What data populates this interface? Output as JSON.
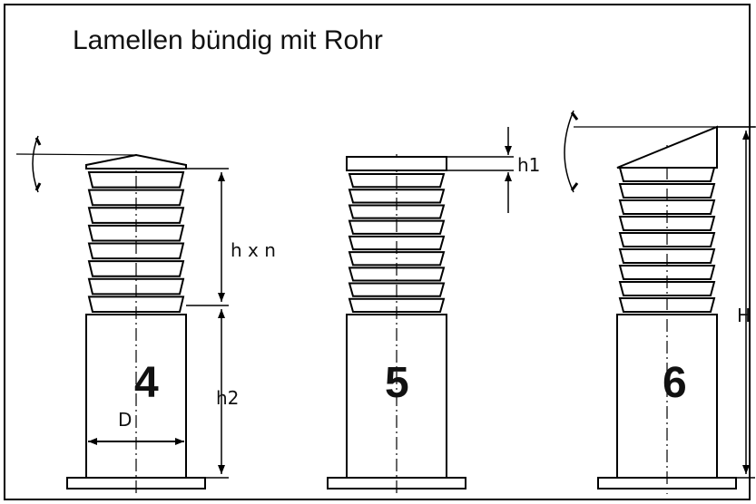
{
  "title": "Lamellen bündig mit Rohr",
  "variants": [
    {
      "number": "4",
      "top_style": "flat-chamfer",
      "lamellae": 8
    },
    {
      "number": "5",
      "top_style": "flat-plate",
      "lamellae": 9
    },
    {
      "number": "6",
      "top_style": "slanted",
      "lamellae": 9
    }
  ],
  "dimension_labels": {
    "h_x_n": "h x n",
    "h2": "h2",
    "D": "D",
    "h1": "h1",
    "H": "H"
  }
}
